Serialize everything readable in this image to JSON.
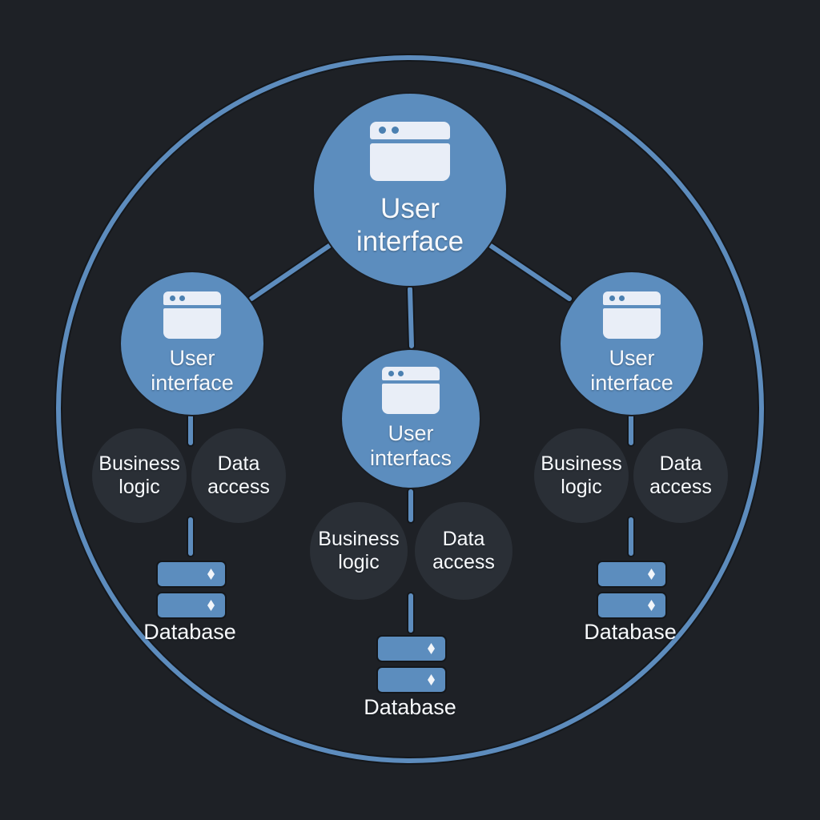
{
  "diagram": {
    "type": "architecture-diagram",
    "colors": {
      "background": "#1e2126",
      "node_blue": "#5c8dbe",
      "node_dark": "#2a2f36",
      "connector": "#5d8cbd",
      "outline_dark": "#14171b",
      "text_light": "#f7f9fc",
      "icon_fill": "#e9eef7",
      "icon_dot": "#4b80b1"
    },
    "top_node": {
      "label": "User interface",
      "icon": "browser-window-icon"
    },
    "columns": [
      {
        "ui": {
          "label": "User interface",
          "icon": "browser-window-icon"
        },
        "business": {
          "label": "Business logic"
        },
        "data": {
          "label": "Data access"
        },
        "database": {
          "label": "Database",
          "icon": "database-icon"
        }
      },
      {
        "ui": {
          "label": "User interfacs",
          "icon": "browser-window-icon"
        },
        "business": {
          "label": "Business logic"
        },
        "data": {
          "label": "Data access"
        },
        "database": {
          "label": "Database",
          "icon": "database-icon"
        }
      },
      {
        "ui": {
          "label": "User interface",
          "icon": "browser-window-icon"
        },
        "business": {
          "label": "Business logic"
        },
        "data": {
          "label": "Data access"
        },
        "database": {
          "label": "Database",
          "icon": "database-icon"
        }
      }
    ]
  }
}
